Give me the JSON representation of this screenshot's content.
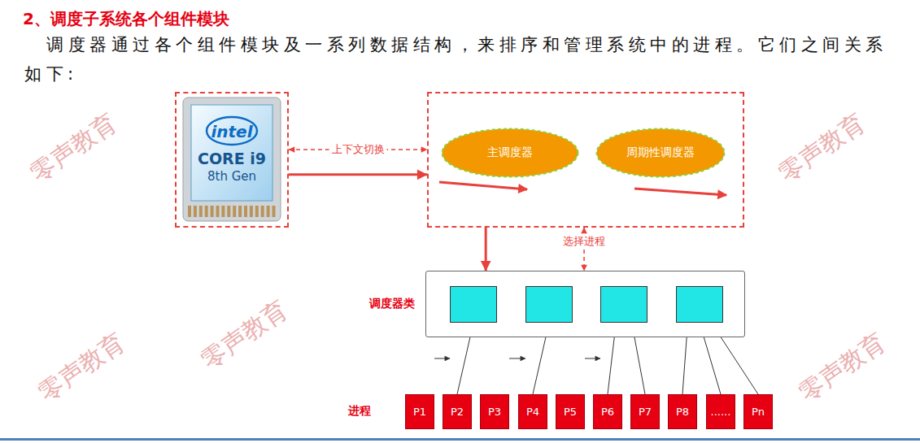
{
  "diagram": {
    "title": "2、调度子系统各个组件模块",
    "nodes": [
      {
        "text": [
          "intel",
          "CORE i9",
          "8th Gen"
        ]
      },
      {
        "text": []
      },
      {
        "text": [
          "主调度器"
        ],
        "in": 1
      },
      {
        "text": [
          "周期性调度器"
        ],
        "in": 1
      },
      {
        "text": [
          "调度器类"
        ]
      },
      {
        "text": [],
        "in": 4
      },
      {
        "text": [],
        "in": 4
      },
      {
        "text": [],
        "in": 4
      },
      {
        "text": [],
        "in": 4
      },
      {
        "text": [
          "P1"
        ]
      },
      {
        "text": [
          "P2"
        ]
      },
      {
        "text": [
          "P3"
        ]
      },
      {
        "text": [
          "P4"
        ]
      },
      {
        "text": [
          "P5"
        ]
      },
      {
        "text": [
          "P6"
        ]
      },
      {
        "text": [
          "P7"
        ]
      },
      {
        "text": [
          "P8"
        ]
      },
      {
        "text": [
          "......"
        ]
      },
      {
        "text": [
          "Pn"
        ]
      }
    ],
    "edges": [
      {
        "from": 0,
        "to": 1,
        "label": "上下文切换",
        "arrow": "both"
      },
      {
        "from": 0,
        "to": 1,
        "arrow": "to"
      },
      {
        "from": 1,
        "to": 4,
        "arrow": "to"
      },
      {
        "from": 1,
        "to": 4,
        "label": "选择进程",
        "arrow": "both"
      },
      {
        "from": 5,
        "to": 6,
        "arrow": "to"
      },
      {
        "from": 6,
        "to": 7,
        "arrow": "to"
      },
      {
        "from": 7,
        "to": 8,
        "arrow": "to"
      },
      {
        "from": 9,
        "to": 5,
        "arrow": "to"
      },
      {
        "from": 10,
        "to": 5,
        "arrow": "to"
      },
      {
        "from": 11,
        "to": 6,
        "arrow": "to"
      },
      {
        "from": 12,
        "to": 6,
        "arrow": "to"
      },
      {
        "from": 13,
        "to": 7,
        "arrow": "to"
      },
      {
        "from": 14,
        "to": 7,
        "arrow": "to"
      },
      {
        "from": 15,
        "to": 7,
        "arrow": "to"
      },
      {
        "from": 16,
        "to": 8,
        "arrow": "to"
      },
      {
        "from": 17,
        "to": 8,
        "arrow": "to"
      },
      {
        "from": 18,
        "to": 8,
        "arrow": "to"
      }
    ],
    "labels": [
      "调度器通过各个组件模块及一系列数据结构，来排序和管理系统中的进程。它们之间关系如下:",
      "进程",
      "零声教育",
      "零声教育",
      "零声教育",
      "零声教育",
      "零声教育"
    ]
  }
}
